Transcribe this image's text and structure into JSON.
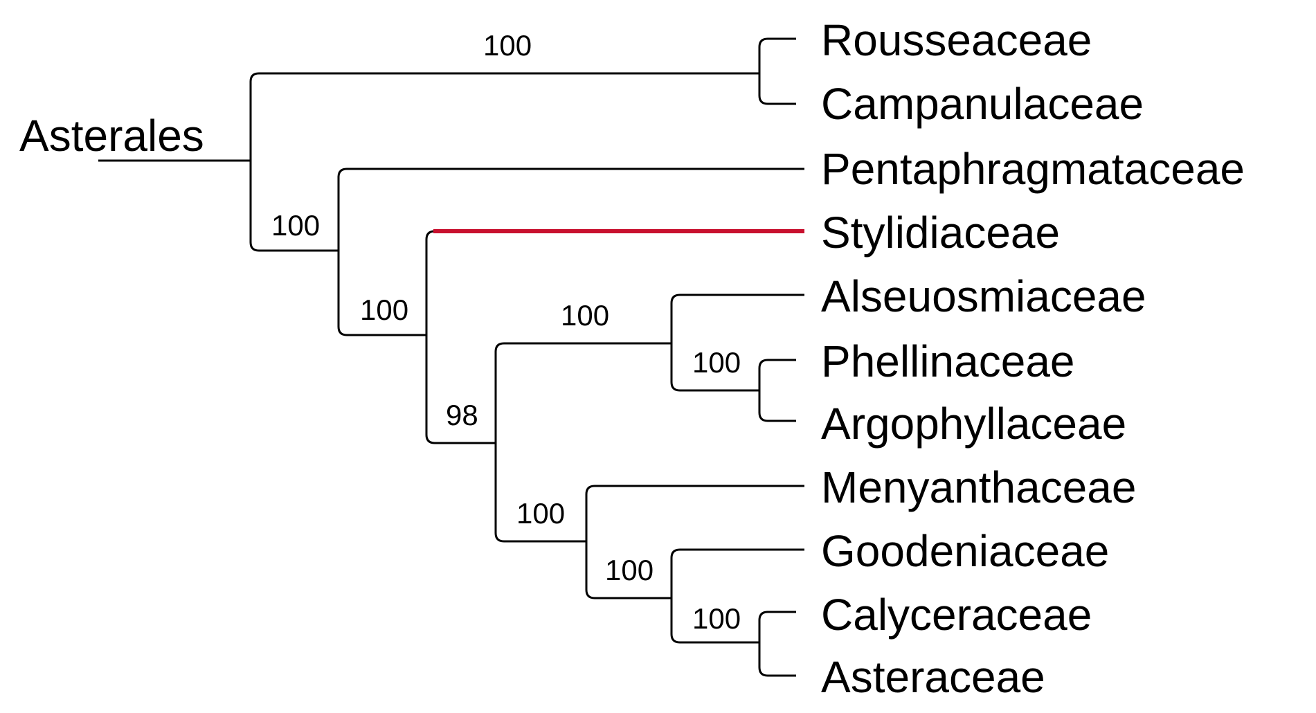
{
  "clade_label": "Asterales",
  "highlight_color": "#c8102e",
  "taxa": [
    {
      "label": "Rousseaceae"
    },
    {
      "label": "Campanulaceae"
    },
    {
      "label": "Pentaphragmataceae"
    },
    {
      "label": "Stylidiaceae",
      "highlighted": true
    },
    {
      "label": "Alseuosmiaceae"
    },
    {
      "label": "Phellinaceae"
    },
    {
      "label": "Argophyllaceae"
    },
    {
      "label": "Menyanthaceae"
    },
    {
      "label": "Goodeniaceae"
    },
    {
      "label": "Calyceraceae"
    },
    {
      "label": "Asteraceae"
    }
  ],
  "support_values": {
    "rousseaceae_campanulaceae": "100",
    "core_asterales": "100",
    "stylidiaceae_clade": "100",
    "asc_mgca_clade": "98",
    "alseuosmiaceae_clade": "100",
    "phellinaceae_argophyllaceae": "100",
    "mgca_clade": "100",
    "gca_clade": "100",
    "calyceraceae_asteraceae": "100"
  }
}
